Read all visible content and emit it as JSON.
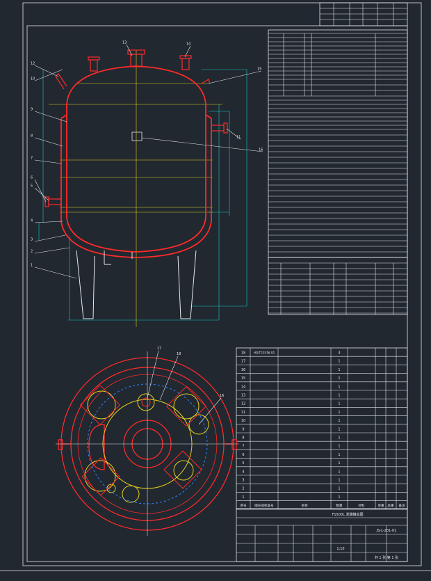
{
  "colors": {
    "background": "#212830",
    "vessel": "#ff2a2a",
    "dimension": "#19c8c8",
    "centerline": "#e6d21e",
    "blue_aux": "#2e7cf0",
    "border": "#e8e8e8",
    "leader": "#e8e8e8"
  },
  "callouts_front": [
    {
      "id": "c1",
      "label": "1"
    },
    {
      "id": "c2",
      "label": "2"
    },
    {
      "id": "c3",
      "label": "3"
    },
    {
      "id": "c4",
      "label": "4"
    },
    {
      "id": "c5",
      "label": "5"
    },
    {
      "id": "c6",
      "label": "6"
    },
    {
      "id": "c7",
      "label": "7"
    },
    {
      "id": "c8",
      "label": "8"
    },
    {
      "id": "c9",
      "label": "9"
    },
    {
      "id": "c10",
      "label": "10"
    },
    {
      "id": "c11",
      "label": "11"
    },
    {
      "id": "c12",
      "label": "12"
    },
    {
      "id": "c13",
      "label": "13"
    },
    {
      "id": "c14",
      "label": "14"
    },
    {
      "id": "c15",
      "label": "15"
    },
    {
      "id": "c16",
      "label": "16"
    }
  ],
  "callouts_plan": [
    {
      "id": "p16",
      "label": "16"
    },
    {
      "id": "p17",
      "label": "17"
    },
    {
      "id": "p18",
      "label": "18"
    }
  ],
  "parts_table": {
    "header": [
      "序号",
      "图号或标准号",
      "名称",
      "数量",
      "材料",
      "单重",
      "总重",
      "备注"
    ],
    "rows": [
      [
        "18",
        "HG/T21516-91",
        "",
        "3",
        "",
        "",
        "",
        ""
      ],
      [
        "17",
        "",
        "",
        "1",
        "",
        "",
        "",
        ""
      ],
      [
        "16",
        "",
        "",
        "1",
        "",
        "",
        "",
        ""
      ],
      [
        "15",
        "",
        "",
        "1",
        "",
        "",
        "",
        ""
      ],
      [
        "14",
        "",
        "",
        "1",
        "",
        "",
        "",
        ""
      ],
      [
        "13",
        "",
        "",
        "1",
        "",
        "",
        "",
        ""
      ],
      [
        "12",
        "",
        "",
        "1",
        "",
        "",
        "",
        ""
      ],
      [
        "11",
        "",
        "",
        "1",
        "",
        "",
        "",
        ""
      ],
      [
        "10",
        "",
        "",
        "1",
        "",
        "",
        "",
        ""
      ],
      [
        "9",
        "",
        "",
        "1",
        "",
        "",
        "",
        ""
      ],
      [
        "8",
        "",
        "",
        "1",
        "",
        "",
        "",
        ""
      ],
      [
        "7",
        "",
        "",
        "1",
        "",
        "",
        "",
        ""
      ],
      [
        "6",
        "",
        "",
        "1",
        "",
        "",
        "",
        ""
      ],
      [
        "5",
        "",
        "",
        "1",
        "",
        "",
        "",
        ""
      ],
      [
        "4",
        "",
        "",
        "1",
        "",
        "",
        "",
        ""
      ],
      [
        "3",
        "",
        "",
        "1",
        "",
        "",
        "",
        ""
      ],
      [
        "2",
        "",
        "",
        "1",
        "",
        "",
        "",
        ""
      ],
      [
        "1",
        "",
        "",
        "1",
        "",
        "",
        "",
        ""
      ]
    ]
  },
  "title_block": {
    "drawing_name": "F1500L 发酵罐总图",
    "drawing_no": "JS-L-201-01",
    "scale": "1:10",
    "sheet": "共 1 张   第 1 张"
  }
}
